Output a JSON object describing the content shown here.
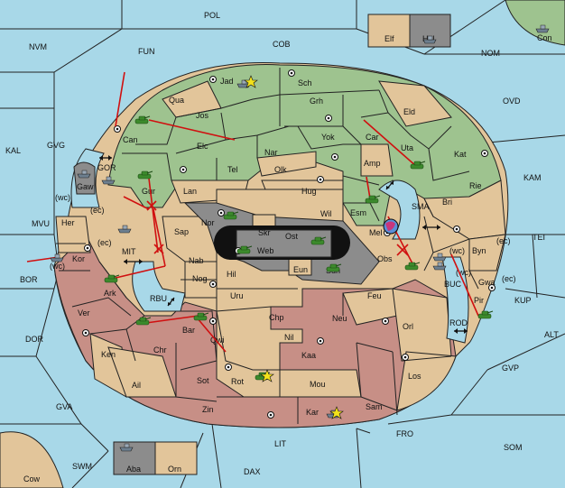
{
  "map": {
    "title": "",
    "regions": {
      "POL": "POL",
      "NVM": "NVM",
      "FUN": "FUN",
      "COB": "COB",
      "NOM": "NOM",
      "OVD": "OVD",
      "KAL": "KAL",
      "GVG": "GVG",
      "KAM": "KAM",
      "TEI": "TEI",
      "KUP": "KUP",
      "ALT": "ALT",
      "BOR": "BOR",
      "MVU": "MVU",
      "DOR": "DOR",
      "GVP": "GVP",
      "GVA": "GVA",
      "FRO": "FRO",
      "SOM": "SOM",
      "SWM": "SWM",
      "LIT": "LIT",
      "DAX": "DAX",
      "Cow": "Cow",
      "Con": "Con",
      "Elf": "Elf",
      "Hel": "Hel",
      "Aba": "Aba",
      "Orn": "Orn",
      "Jad": "Jad",
      "Sch": "Sch",
      "Qua": "Qua",
      "Jos": "Jos",
      "Grh": "Grh",
      "Eld": "Eld",
      "Can": "Can",
      "Elc": "Elc",
      "Nar": "Nar",
      "Yok": "Yok",
      "Car": "Car",
      "Uta": "Uta",
      "Kat": "Kat",
      "Tel": "Tel",
      "Olk": "Olk",
      "Amp": "Amp",
      "GOR": "GOR",
      "Gaw": "Gaw",
      "Gur": "Gur",
      "Lan": "Lan",
      "Hug": "Hug",
      "Rie": "Rie",
      "Bri": "Bri",
      "SMA": "SMA",
      "Esm": "Esm",
      "Wil": "Wil",
      "Nor": "Nor",
      "Skr": "Skr",
      "Ost": "Ost",
      "Mel": "Mel",
      "Her": "Her",
      "Sap": "Sap",
      "Web": "Web",
      "Kor": "Kor",
      "MIT": "MIT",
      "Nab": "Nab",
      "Eun": "Eun",
      "Sun": "Sun",
      "Obs": "Obs",
      "Byn": "Byn",
      "Hil": "Hil",
      "Ark": "Ark",
      "Nog": "Nog",
      "BUC": "BUC",
      "Gwa": "Gwa",
      "RBU": "RBU",
      "Uru": "Uru",
      "Feu": "Feu",
      "Pir": "Pir",
      "Ver": "Ver",
      "Chp": "Chp",
      "Neu": "Neu",
      "Orl": "Orl",
      "ROD": "ROD",
      "Bar": "Bar",
      "Qwi": "Qwi",
      "Nil": "Nil",
      "Ken": "Ken",
      "Chr": "Chr",
      "Kaa": "Kaa",
      "Sot": "Sot",
      "Rot": "Rot",
      "Los": "Los",
      "Ail": "Ail",
      "Mou": "Mou",
      "Zin": "Zin",
      "Kar": "Kar",
      "Sam": "Sam"
    },
    "coast_tags": {
      "wc": "(wc)",
      "ec": "(ec)"
    },
    "colors": {
      "sea": "#a8d8e8",
      "green_power": "#9ec38f",
      "neutral": "#e2c59a",
      "red_power": "#c78f86",
      "impassable": "#8c8c8c",
      "order_arrow": "#d01010",
      "tank": "#3c8a2c"
    },
    "icons": [
      "tank-icon",
      "fleet-icon",
      "star-icon",
      "supply-center-icon",
      "globe-icon",
      "double-arrow-icon"
    ]
  }
}
